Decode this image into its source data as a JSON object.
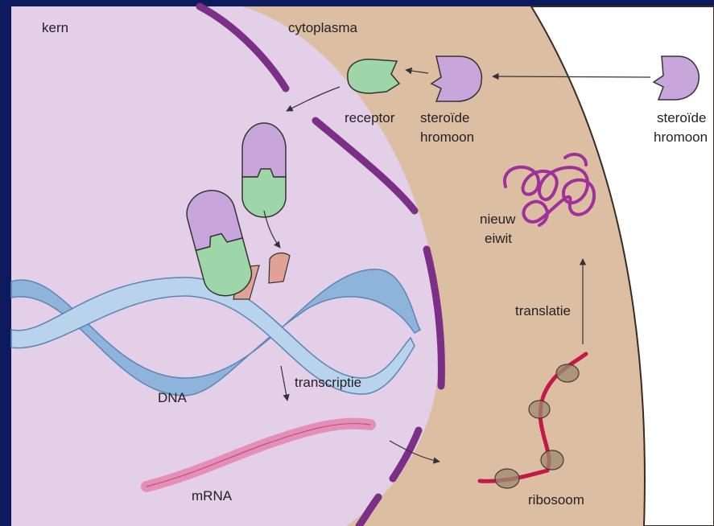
{
  "labels": {
    "kern": "kern",
    "cytoplasma": "cytoplasma",
    "receptor": "receptor",
    "steroid_inside_line1": "steroïde",
    "steroid_inside_line2": "hromoon",
    "steroid_outside_line1": "steroïde",
    "steroid_outside_line2": "hromoon",
    "nieuw_eiwit_line1": "nieuw",
    "nieuw_eiwit_line2": "eiwit",
    "translatie": "translatie",
    "transcriptie": "transcriptie",
    "dna": "DNA",
    "mrna": "mRNA",
    "ribosoom": "ribosoom"
  },
  "colors": {
    "background_frame": "#0d1a5e",
    "nucleus": "#e3cfe8",
    "cytoplasm": "#dcbfa3",
    "nuclear_envelope": "#7b2f86",
    "outside_cell": "#ffffff",
    "receptor": "#9fd6a8",
    "hormone": "#c8a6dc",
    "dna_strand": "#8fb4dc",
    "mrna": "#e58fb6",
    "protein": "#a0309a",
    "ribosome": "#9c8a70"
  }
}
